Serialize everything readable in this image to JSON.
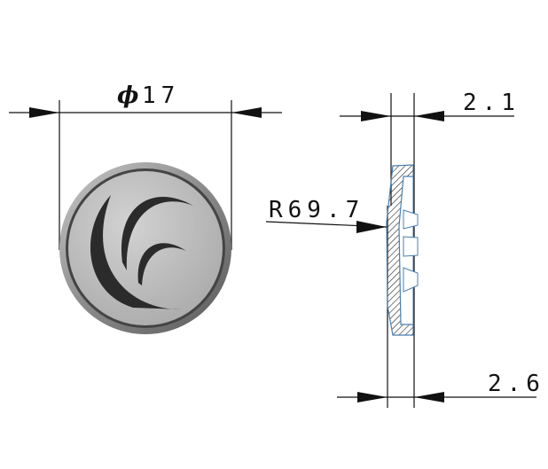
{
  "dimensions": {
    "diameter": {
      "symbol": "ϕ",
      "value": "17"
    },
    "top_thickness": "2.1",
    "radius": "R69.7",
    "total_thickness": "2.6"
  },
  "colors": {
    "line": "#111111",
    "section_outline": "#4a7fb0",
    "coin_face": "#bdbdbd",
    "logo": "#2b2b2b"
  }
}
